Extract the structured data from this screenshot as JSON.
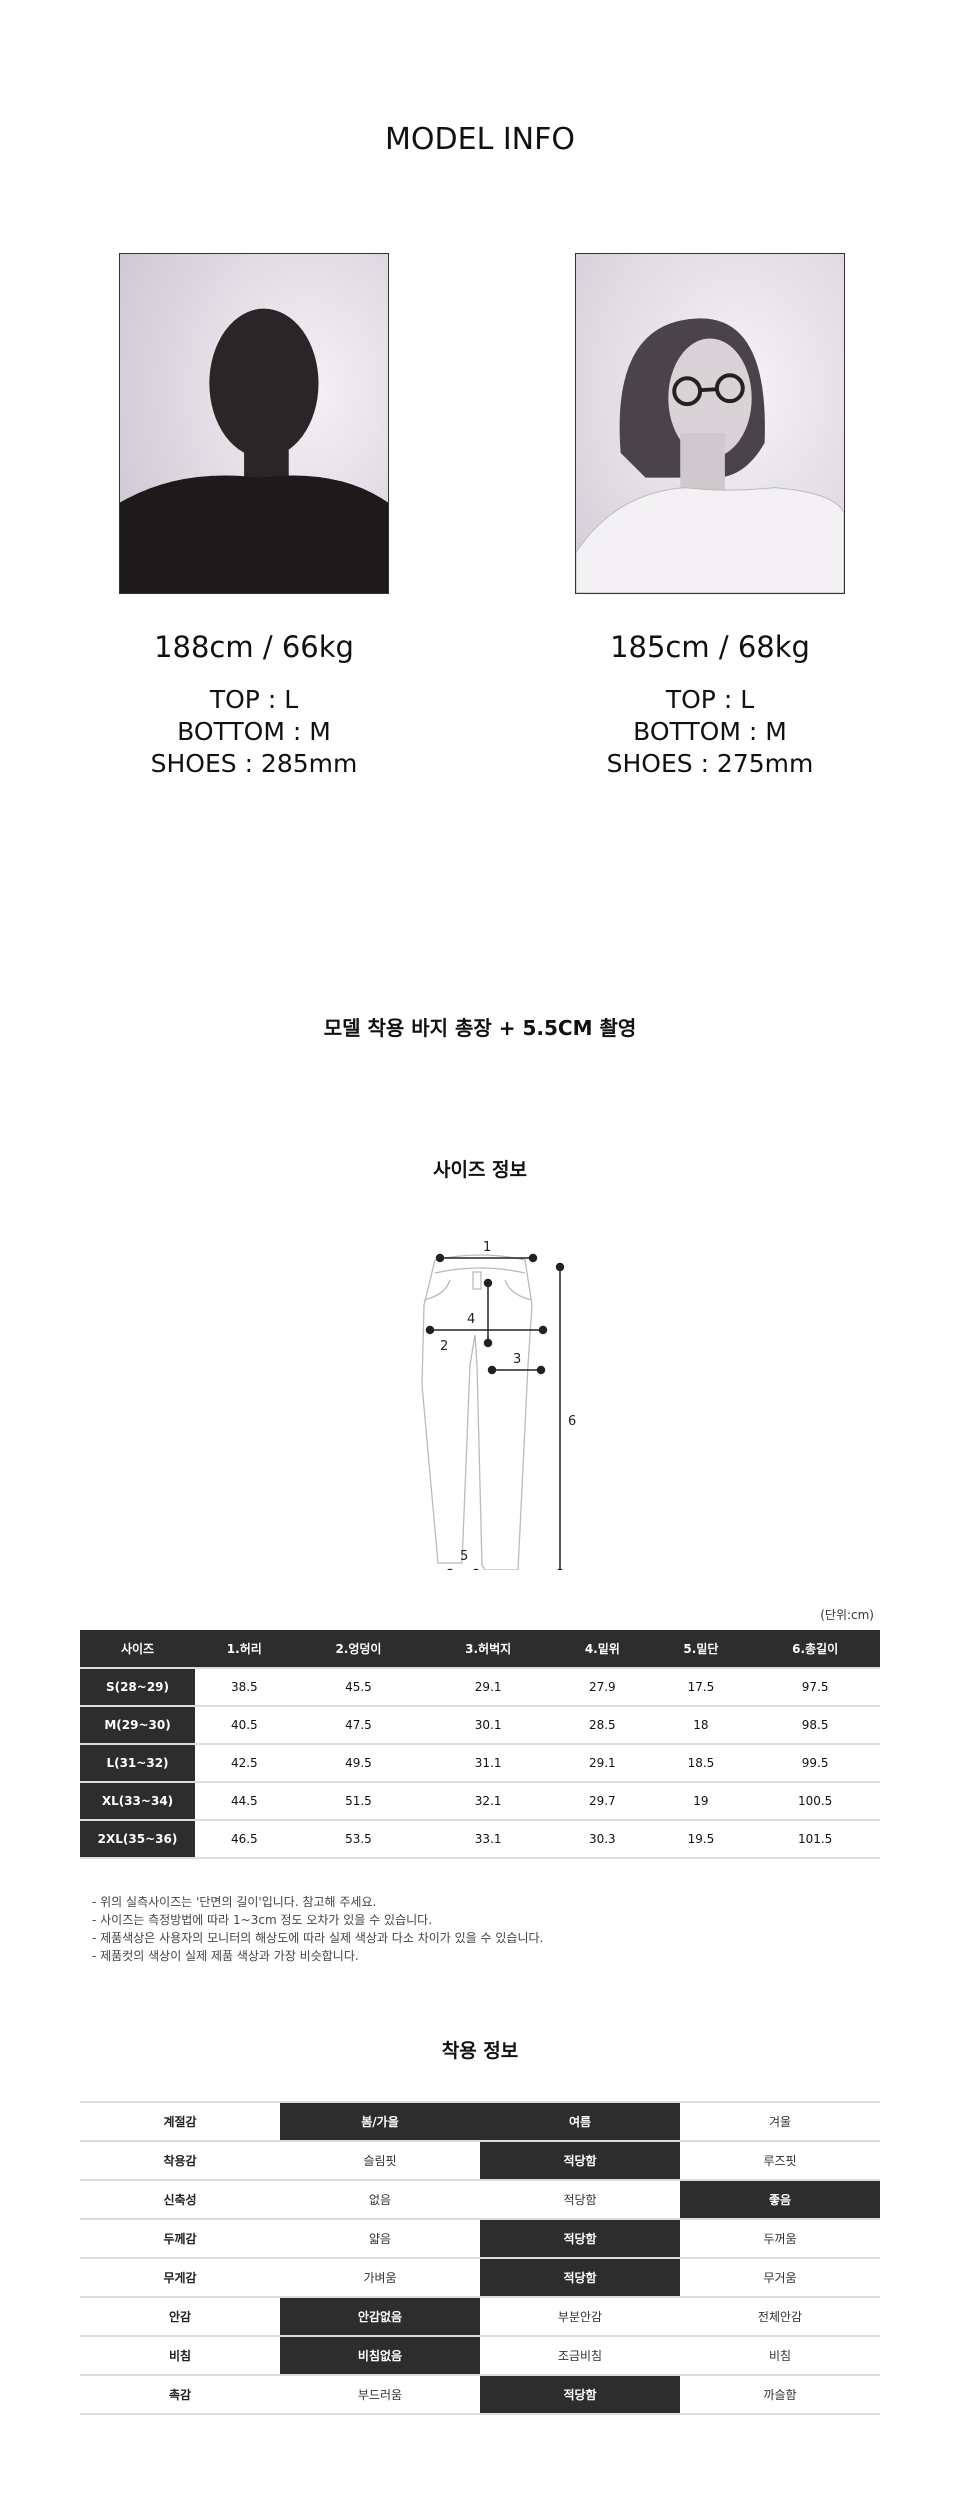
{
  "model_info": {
    "title": "MODEL INFO",
    "models": [
      {
        "hw": "188cm / 66kg",
        "top": "TOP : L",
        "bottom": "BOTTOM : M",
        "shoes": "SHOES : 285mm"
      },
      {
        "hw": "185cm / 68kg",
        "top": "TOP : L",
        "bottom": "BOTTOM : M",
        "shoes": "SHOES : 275mm"
      }
    ]
  },
  "notice": "모델 착용 바지 총장 + 5.5CM 촬영",
  "size_info": {
    "title": "사이즈 정보",
    "diagram_labels": [
      "1",
      "2",
      "3",
      "4",
      "5",
      "6"
    ],
    "unit": "(단위:cm)",
    "headers": [
      "사이즈",
      "1.허리",
      "2.엉덩이",
      "3.허벅지",
      "4.밑위",
      "5.밑단",
      "6.총길이"
    ],
    "rows": [
      [
        "S(28~29)",
        "38.5",
        "45.5",
        "29.1",
        "27.9",
        "17.5",
        "97.5"
      ],
      [
        "M(29~30)",
        "40.5",
        "47.5",
        "30.1",
        "28.5",
        "18",
        "98.5"
      ],
      [
        "L(31~32)",
        "42.5",
        "49.5",
        "31.1",
        "29.1",
        "18.5",
        "99.5"
      ],
      [
        "XL(33~34)",
        "44.5",
        "51.5",
        "32.1",
        "29.7",
        "19",
        "100.5"
      ],
      [
        "2XL(35~36)",
        "46.5",
        "53.5",
        "33.1",
        "30.3",
        "19.5",
        "101.5"
      ]
    ],
    "notes": [
      "- 위의 실측사이즈는 '단면의 길이'입니다. 참고해 주세요.",
      "- 사이즈는 측정방법에 따라 1~3cm 정도 오차가 있을 수 있습니다.",
      "- 제품색상은 사용자의 모니터의 해상도에 따라 실제 색상과 다소 차이가 있을 수 있습니다.",
      "- 제품컷의 색상이 실제 제품 색상과 가장 비슷합니다."
    ]
  },
  "wear_info": {
    "title": "착용 정보",
    "rows": [
      {
        "label": "계절감",
        "options": [
          "봄/가을",
          "여름",
          "겨울"
        ],
        "selected": [
          0,
          1
        ]
      },
      {
        "label": "착용감",
        "options": [
          "슬림핏",
          "적당함",
          "루즈핏"
        ],
        "selected": [
          1
        ]
      },
      {
        "label": "신축성",
        "options": [
          "없음",
          "적당함",
          "좋음"
        ],
        "selected": [
          2
        ]
      },
      {
        "label": "두께감",
        "options": [
          "얇음",
          "적당함",
          "두꺼움"
        ],
        "selected": [
          1
        ]
      },
      {
        "label": "무게감",
        "options": [
          "가벼움",
          "적당함",
          "무거움"
        ],
        "selected": [
          1
        ]
      },
      {
        "label": "안감",
        "options": [
          "안감없음",
          "부분안감",
          "전체안감"
        ],
        "selected": [
          0
        ]
      },
      {
        "label": "비침",
        "options": [
          "비침없음",
          "조금비침",
          "비침"
        ],
        "selected": [
          0
        ]
      },
      {
        "label": "촉감",
        "options": [
          "부드러움",
          "적당함",
          "까슬함"
        ],
        "selected": [
          1
        ]
      }
    ]
  },
  "colors": {
    "dark_cell": "#2d2d2d",
    "border": "#dddddd"
  }
}
